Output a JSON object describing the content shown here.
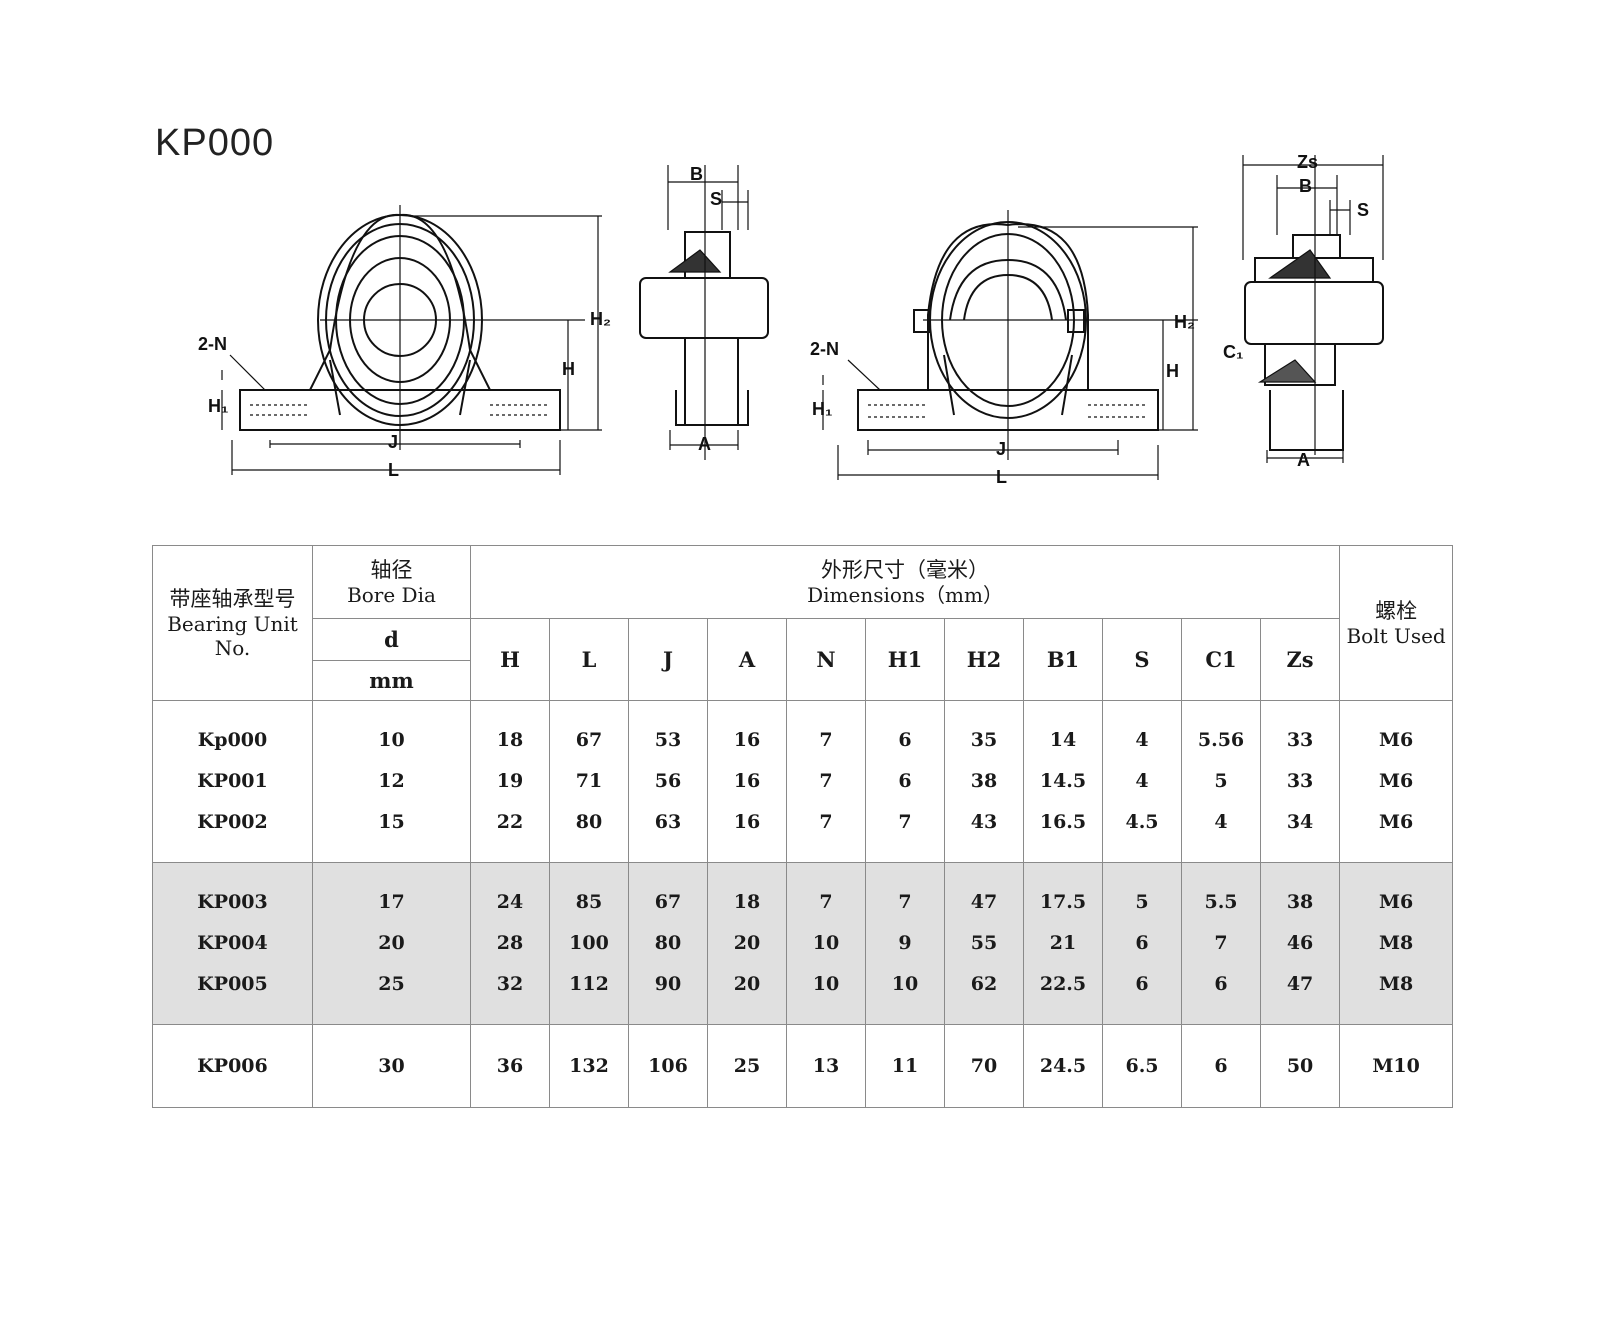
{
  "title": "KP000",
  "diagram_labels": {
    "n": "2-N",
    "h1": "H₁",
    "h": "H",
    "h2": "H₂",
    "j": "J",
    "l": "L",
    "b": "B",
    "s": "S",
    "a": "A",
    "zs": "Zs",
    "c1": "C₁"
  },
  "table": {
    "col_unit_cn": "带座轴承型号",
    "col_unit_en1": "Bearing Unit",
    "col_unit_en2": "No.",
    "col_bore_cn": "轴径",
    "col_bore_en": "Bore Dia",
    "col_bore_sym": "d",
    "col_bore_unit": "mm",
    "col_dims_cn": "外形尺寸（毫米）",
    "col_dims_en": "Dimensions（mm）",
    "col_bolt_cn": "螺栓",
    "col_bolt_en": "Bolt Used",
    "dim_headers": [
      "H",
      "L",
      "J",
      "A",
      "N",
      "H1",
      "H2",
      "B1",
      "S",
      "C1",
      "Zs"
    ],
    "groups": [
      {
        "shaded": false,
        "rows": [
          [
            "Kp000",
            "10",
            "18",
            "67",
            "53",
            "16",
            "7",
            "6",
            "35",
            "14",
            "4",
            "5.56",
            "33",
            "M6"
          ],
          [
            "KP001",
            "12",
            "19",
            "71",
            "56",
            "16",
            "7",
            "6",
            "38",
            "14.5",
            "4",
            "5",
            "33",
            "M6"
          ],
          [
            "KP002",
            "15",
            "22",
            "80",
            "63",
            "16",
            "7",
            "7",
            "43",
            "16.5",
            "4.5",
            "4",
            "34",
            "M6"
          ]
        ]
      },
      {
        "shaded": true,
        "rows": [
          [
            "KP003",
            "17",
            "24",
            "85",
            "67",
            "18",
            "7",
            "7",
            "47",
            "17.5",
            "5",
            "5.5",
            "38",
            "M6"
          ],
          [
            "KP004",
            "20",
            "28",
            "100",
            "80",
            "20",
            "10",
            "9",
            "55",
            "21",
            "6",
            "7",
            "46",
            "M8"
          ],
          [
            "KP005",
            "25",
            "32",
            "112",
            "90",
            "20",
            "10",
            "10",
            "62",
            "22.5",
            "6",
            "6",
            "47",
            "M8"
          ]
        ]
      },
      {
        "shaded": false,
        "rows": [
          [
            "KP006",
            "30",
            "36",
            "132",
            "106",
            "25",
            "13",
            "11",
            "70",
            "24.5",
            "6.5",
            "6",
            "50",
            "M10"
          ]
        ]
      }
    ]
  }
}
